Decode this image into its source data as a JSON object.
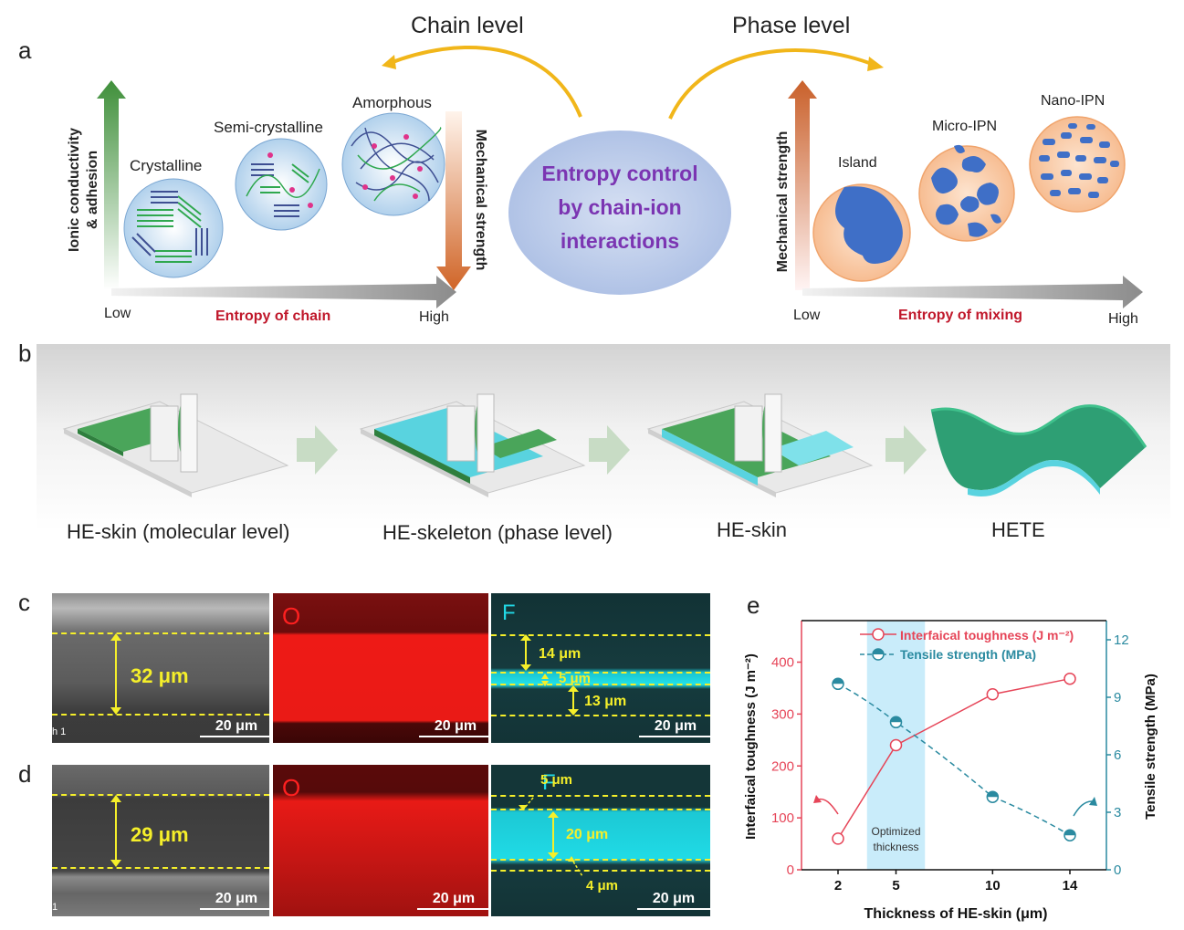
{
  "panel_labels": {
    "a": "a",
    "b": "b",
    "c": "c",
    "d": "d",
    "e": "e"
  },
  "panel_a": {
    "chain_level": "Chain level",
    "phase_level": "Phase level",
    "center": [
      "Entropy control",
      "by chain-ion",
      "interactions"
    ],
    "left": {
      "y_axis": [
        "Ionic conductivity",
        "& adhesion"
      ],
      "right_axis": "Mechanical strength",
      "x_label": "Entropy of chain",
      "low": "Low",
      "high": "High",
      "states": [
        "Crystalline",
        "Semi-crystalline",
        "Amorphous"
      ]
    },
    "right": {
      "y_axis": "Mechanical strength",
      "x_label": "Entropy of mixing",
      "low": "Low",
      "high": "High",
      "states": [
        "Island",
        "Micro-IPN",
        "Nano-IPN"
      ]
    }
  },
  "panel_b": {
    "steps": [
      "HE-skin (molecular level)",
      "HE-skeleton (phase level)",
      "HE-skin",
      "HETE"
    ]
  },
  "panel_c": {
    "thickness": "32 μm",
    "element_O": "O",
    "element_F": "F",
    "layers": [
      "14 μm",
      "5 μm",
      "13 μm"
    ],
    "scale": "20 μm",
    "corner": "h 1"
  },
  "panel_d": {
    "thickness": "29 μm",
    "element_O": "O",
    "element_F": "F",
    "layers": [
      "5 μm",
      "20 μm",
      "4 μm"
    ],
    "scale": "20 μm",
    "corner": "1"
  },
  "chart_data": {
    "type": "line",
    "xlabel": "Thickness of HE-skin (μm)",
    "categories": [
      "2",
      "5",
      "10",
      "14"
    ],
    "x": [
      2,
      5,
      10,
      14
    ],
    "series": [
      {
        "name": "Interfaical toughness (J m⁻²)",
        "axis": "left",
        "values": [
          60,
          240,
          338,
          368
        ],
        "errors": [
          8,
          8,
          8,
          6
        ],
        "color": "#e64558",
        "style": "solid"
      },
      {
        "name": "Tensile strength (MPa)",
        "axis": "right",
        "values": [
          9.7,
          7.7,
          3.8,
          1.8
        ],
        "color": "#2a8aa0",
        "style": "dashed"
      }
    ],
    "ylabel_left": "Interfaical toughness (J m⁻²)",
    "ylabel_right": "Tensile strength (MPa)",
    "ylim_left": [
      0,
      480
    ],
    "yticks_left": [
      "0",
      "100",
      "200",
      "300",
      "400"
    ],
    "ylim_right": [
      0,
      13
    ],
    "yticks_right": [
      "0",
      "3",
      "6",
      "9",
      "12"
    ],
    "highlight": {
      "range": [
        3.5,
        6.5
      ],
      "label": [
        "Optimized",
        "thickness"
      ]
    }
  }
}
